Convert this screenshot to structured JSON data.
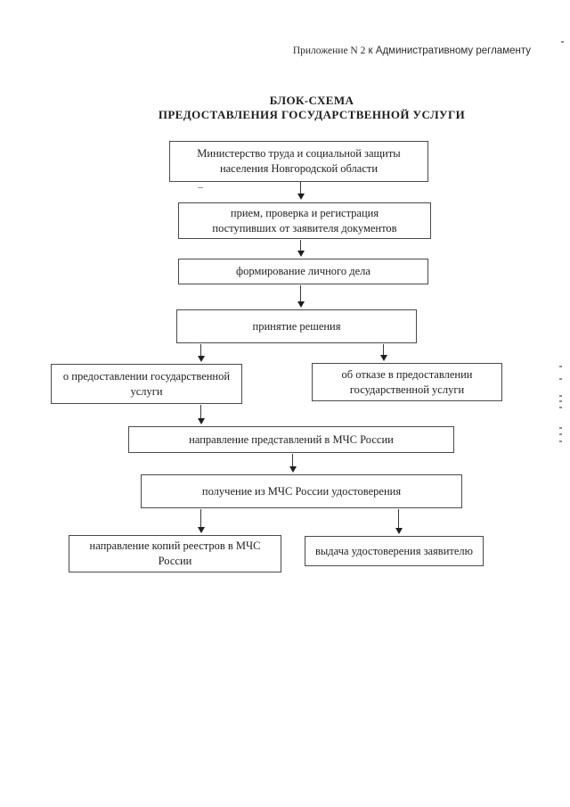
{
  "header": {
    "prefix": "Приложение N 2",
    "suffix": " к Административному регламенту"
  },
  "title": {
    "line1": "БЛОК-СХЕМА",
    "line2": "ПРЕДОСТАВЛЕНИЯ ГОСУДАРСТВЕННОЙ УСЛУГИ"
  },
  "colors": {
    "ink": "#222222",
    "box_border": "#4a4a4a",
    "connector": "#3a3a3a"
  },
  "flowchart": {
    "nodes": {
      "ministry": {
        "lines": [
          "Министерство труда и социальной защиты",
          "населения Новгородской области"
        ]
      },
      "reception": {
        "lines": [
          "прием, проверка и регистрация",
          "поступивших от заявителя документов"
        ]
      },
      "formation": {
        "lines": [
          "формирование личного дела"
        ]
      },
      "decision": {
        "lines": [
          "принятие решения"
        ]
      },
      "grant": {
        "lines": [
          "о предоставлении государственной",
          "услуги"
        ]
      },
      "refusal": {
        "lines": [
          "об отказе в предоставлении",
          "государственной услуги"
        ]
      },
      "submission": {
        "lines": [
          "направление представлений в МЧС России"
        ]
      },
      "receive": {
        "lines": [
          "получение из  МЧС России удостоверения"
        ]
      },
      "registers": {
        "lines": [
          "направление копий реестров в МЧС",
          "России"
        ]
      },
      "issue": {
        "lines": [
          "выдача удостоверения заявителю"
        ]
      }
    }
  }
}
